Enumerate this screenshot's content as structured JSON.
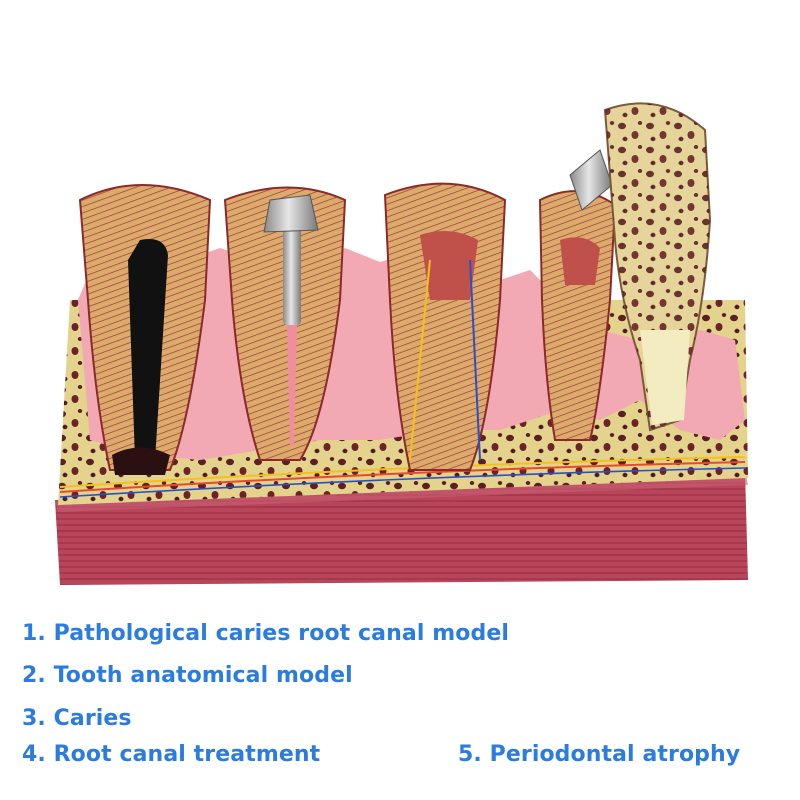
{
  "captions": {
    "item1": "1. Pathological caries root canal model",
    "item2": "2. Tooth anatomical model",
    "item3": "3. Caries",
    "item4": "4. Root canal treatment",
    "item5": "5. Periodontal atrophy"
  },
  "colors": {
    "caption_text": "#2a7ce0",
    "background": "#ffffff",
    "gum_pink": "#f2a9b4",
    "enamel_cream": "#f3ecc0",
    "dentin_tan": "#d9a96a",
    "bone_yellow": "#e3d38c",
    "base_red": "#b23a4e"
  }
}
